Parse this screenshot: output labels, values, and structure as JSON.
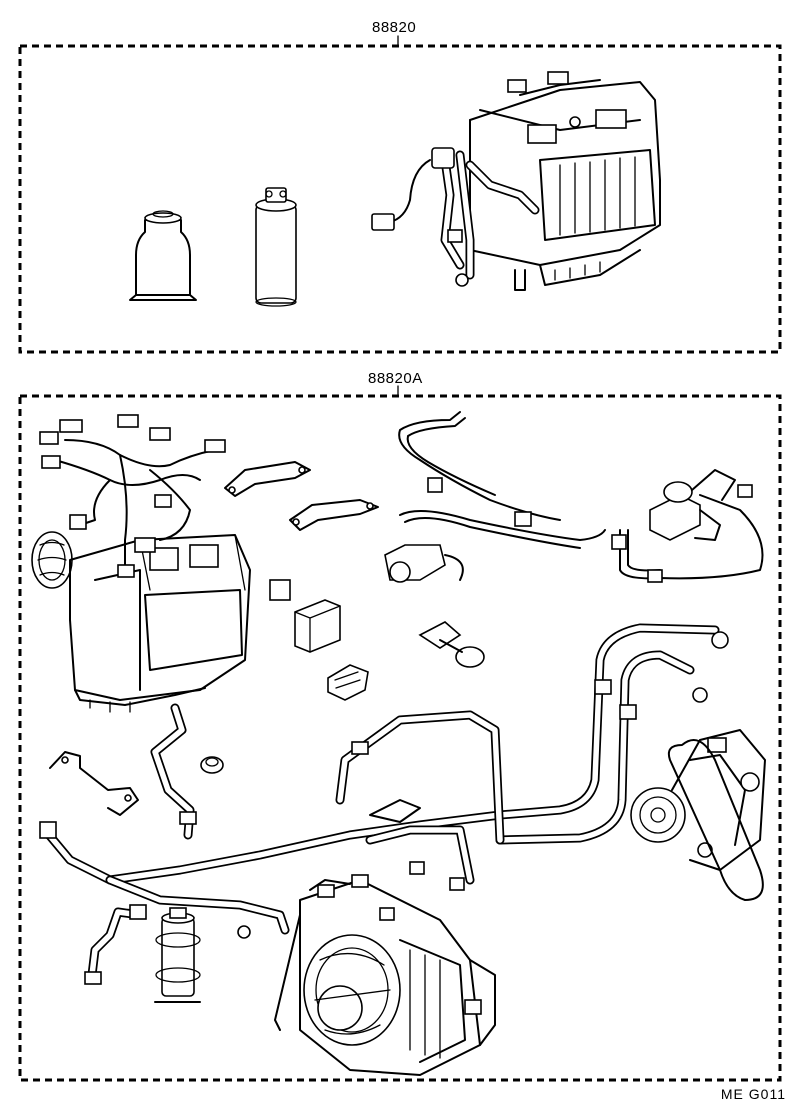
{
  "labels": {
    "top_kit": "88820",
    "bottom_kit": "88820A",
    "drawing_code": "ME  G011"
  }
}
